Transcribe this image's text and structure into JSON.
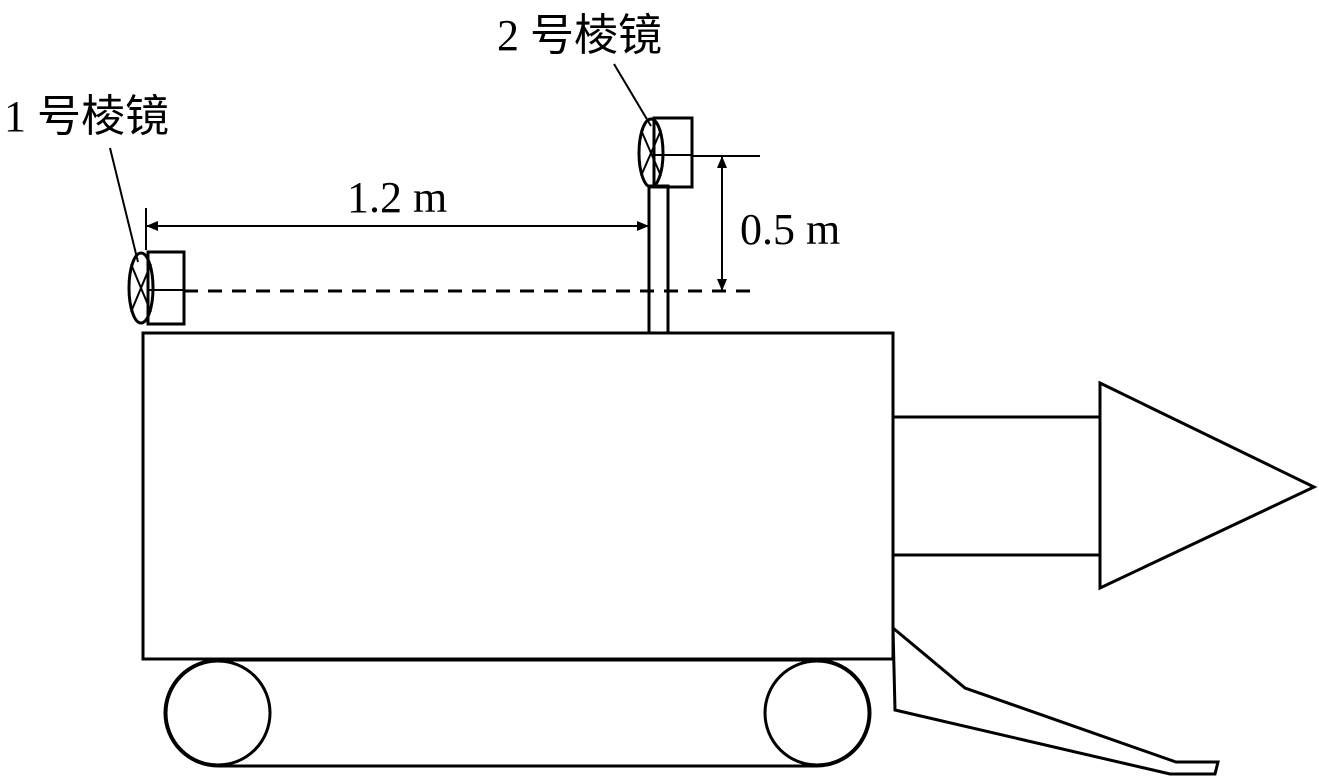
{
  "labels": {
    "prism1": "1 号棱镜",
    "prism2": "2 号棱镜",
    "horizontal_distance": "1.2 m",
    "vertical_distance": "0.5 m"
  }
}
